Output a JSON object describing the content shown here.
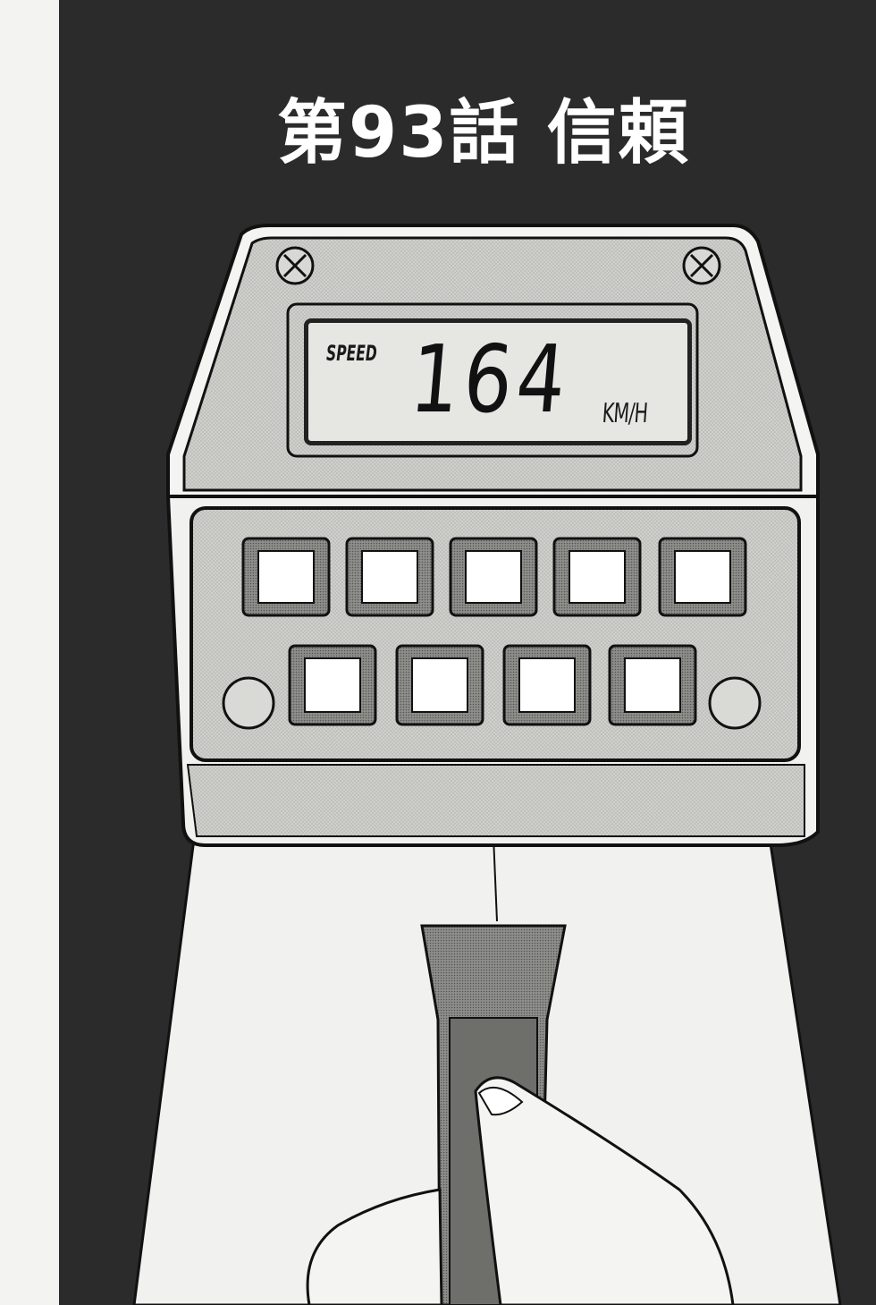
{
  "chapter": {
    "title": "第93話 信頼"
  },
  "display": {
    "label": "SPEED",
    "value": "164",
    "unit": "KM/H"
  },
  "colors": {
    "background_panel": "#2b2b2b",
    "screen": "#e6e6e3",
    "device_tone": "#c9c9c6",
    "page": "#f3f3f1"
  },
  "icons": {
    "screws": "screw-icon",
    "keys": "key-button"
  }
}
